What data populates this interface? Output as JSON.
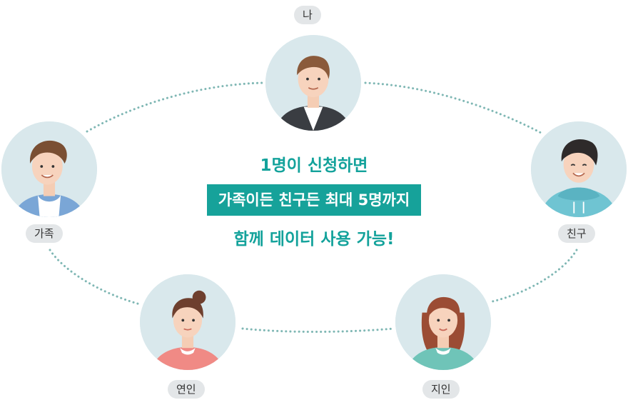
{
  "labels": {
    "me": "나",
    "family": "가족",
    "friend": "친구",
    "partner": "연인",
    "acquaintance": "지인"
  },
  "message": {
    "line1": "1명이 신청하면",
    "line2": "가족이든 친구든 최대 5명까지",
    "line3": "함께 데이터 사용 가능!"
  },
  "colors": {
    "accent": "#16a29a",
    "tag_bg": "#e3e6e8",
    "avatar_bg": "#d9e8ec",
    "dots": "#7fb7b4"
  }
}
